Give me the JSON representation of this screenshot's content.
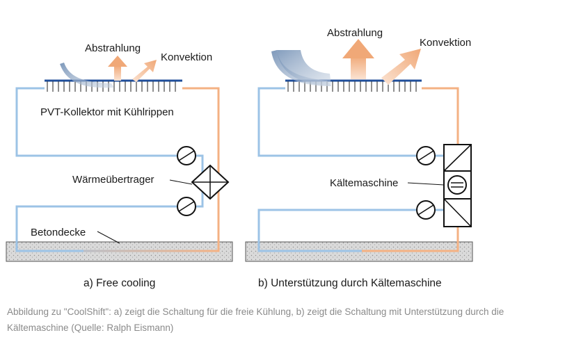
{
  "diagram_a": {
    "label_abstrahlung": "Abstrahlung",
    "label_konvektion": "Konvektion",
    "label_kollektor": "PVT-Kollektor mit Kühlrippen",
    "label_waermeuebertrager": "Wärmeübertrager",
    "label_betondecke": "Betondecke",
    "subtitle": "a) Free cooling"
  },
  "diagram_b": {
    "label_abstrahlung": "Abstrahlung",
    "label_konvektion": "Konvektion",
    "label_kaeltemaschine": "Kältemaschine",
    "subtitle": "b) Unterstützung durch Kältemaschine"
  },
  "caption": "Abbildung zu \"CoolShift\": a) zeigt die Schaltung für die freie Kühlung, b) zeigt die Schaltung mit Unterstützung durch die Kältemaschine (Quelle: Ralph Eismann)",
  "colors": {
    "pipe_cold": "#9cc3e6",
    "pipe_warm": "#f4b183",
    "collector": "#1f4e9a",
    "arrow_blue": "#7d9cbf",
    "arrow_orange": "#f3b48c",
    "component_stroke": "#111111"
  }
}
